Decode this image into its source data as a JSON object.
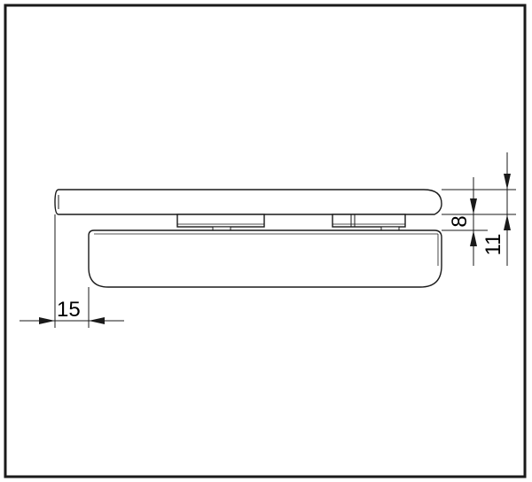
{
  "drawing": {
    "dimensions": {
      "overhang": "15",
      "plate_thickness": "8",
      "total_thickness": "11"
    }
  },
  "colors": {
    "line": "#1a1a1a",
    "background": "#ffffff"
  }
}
